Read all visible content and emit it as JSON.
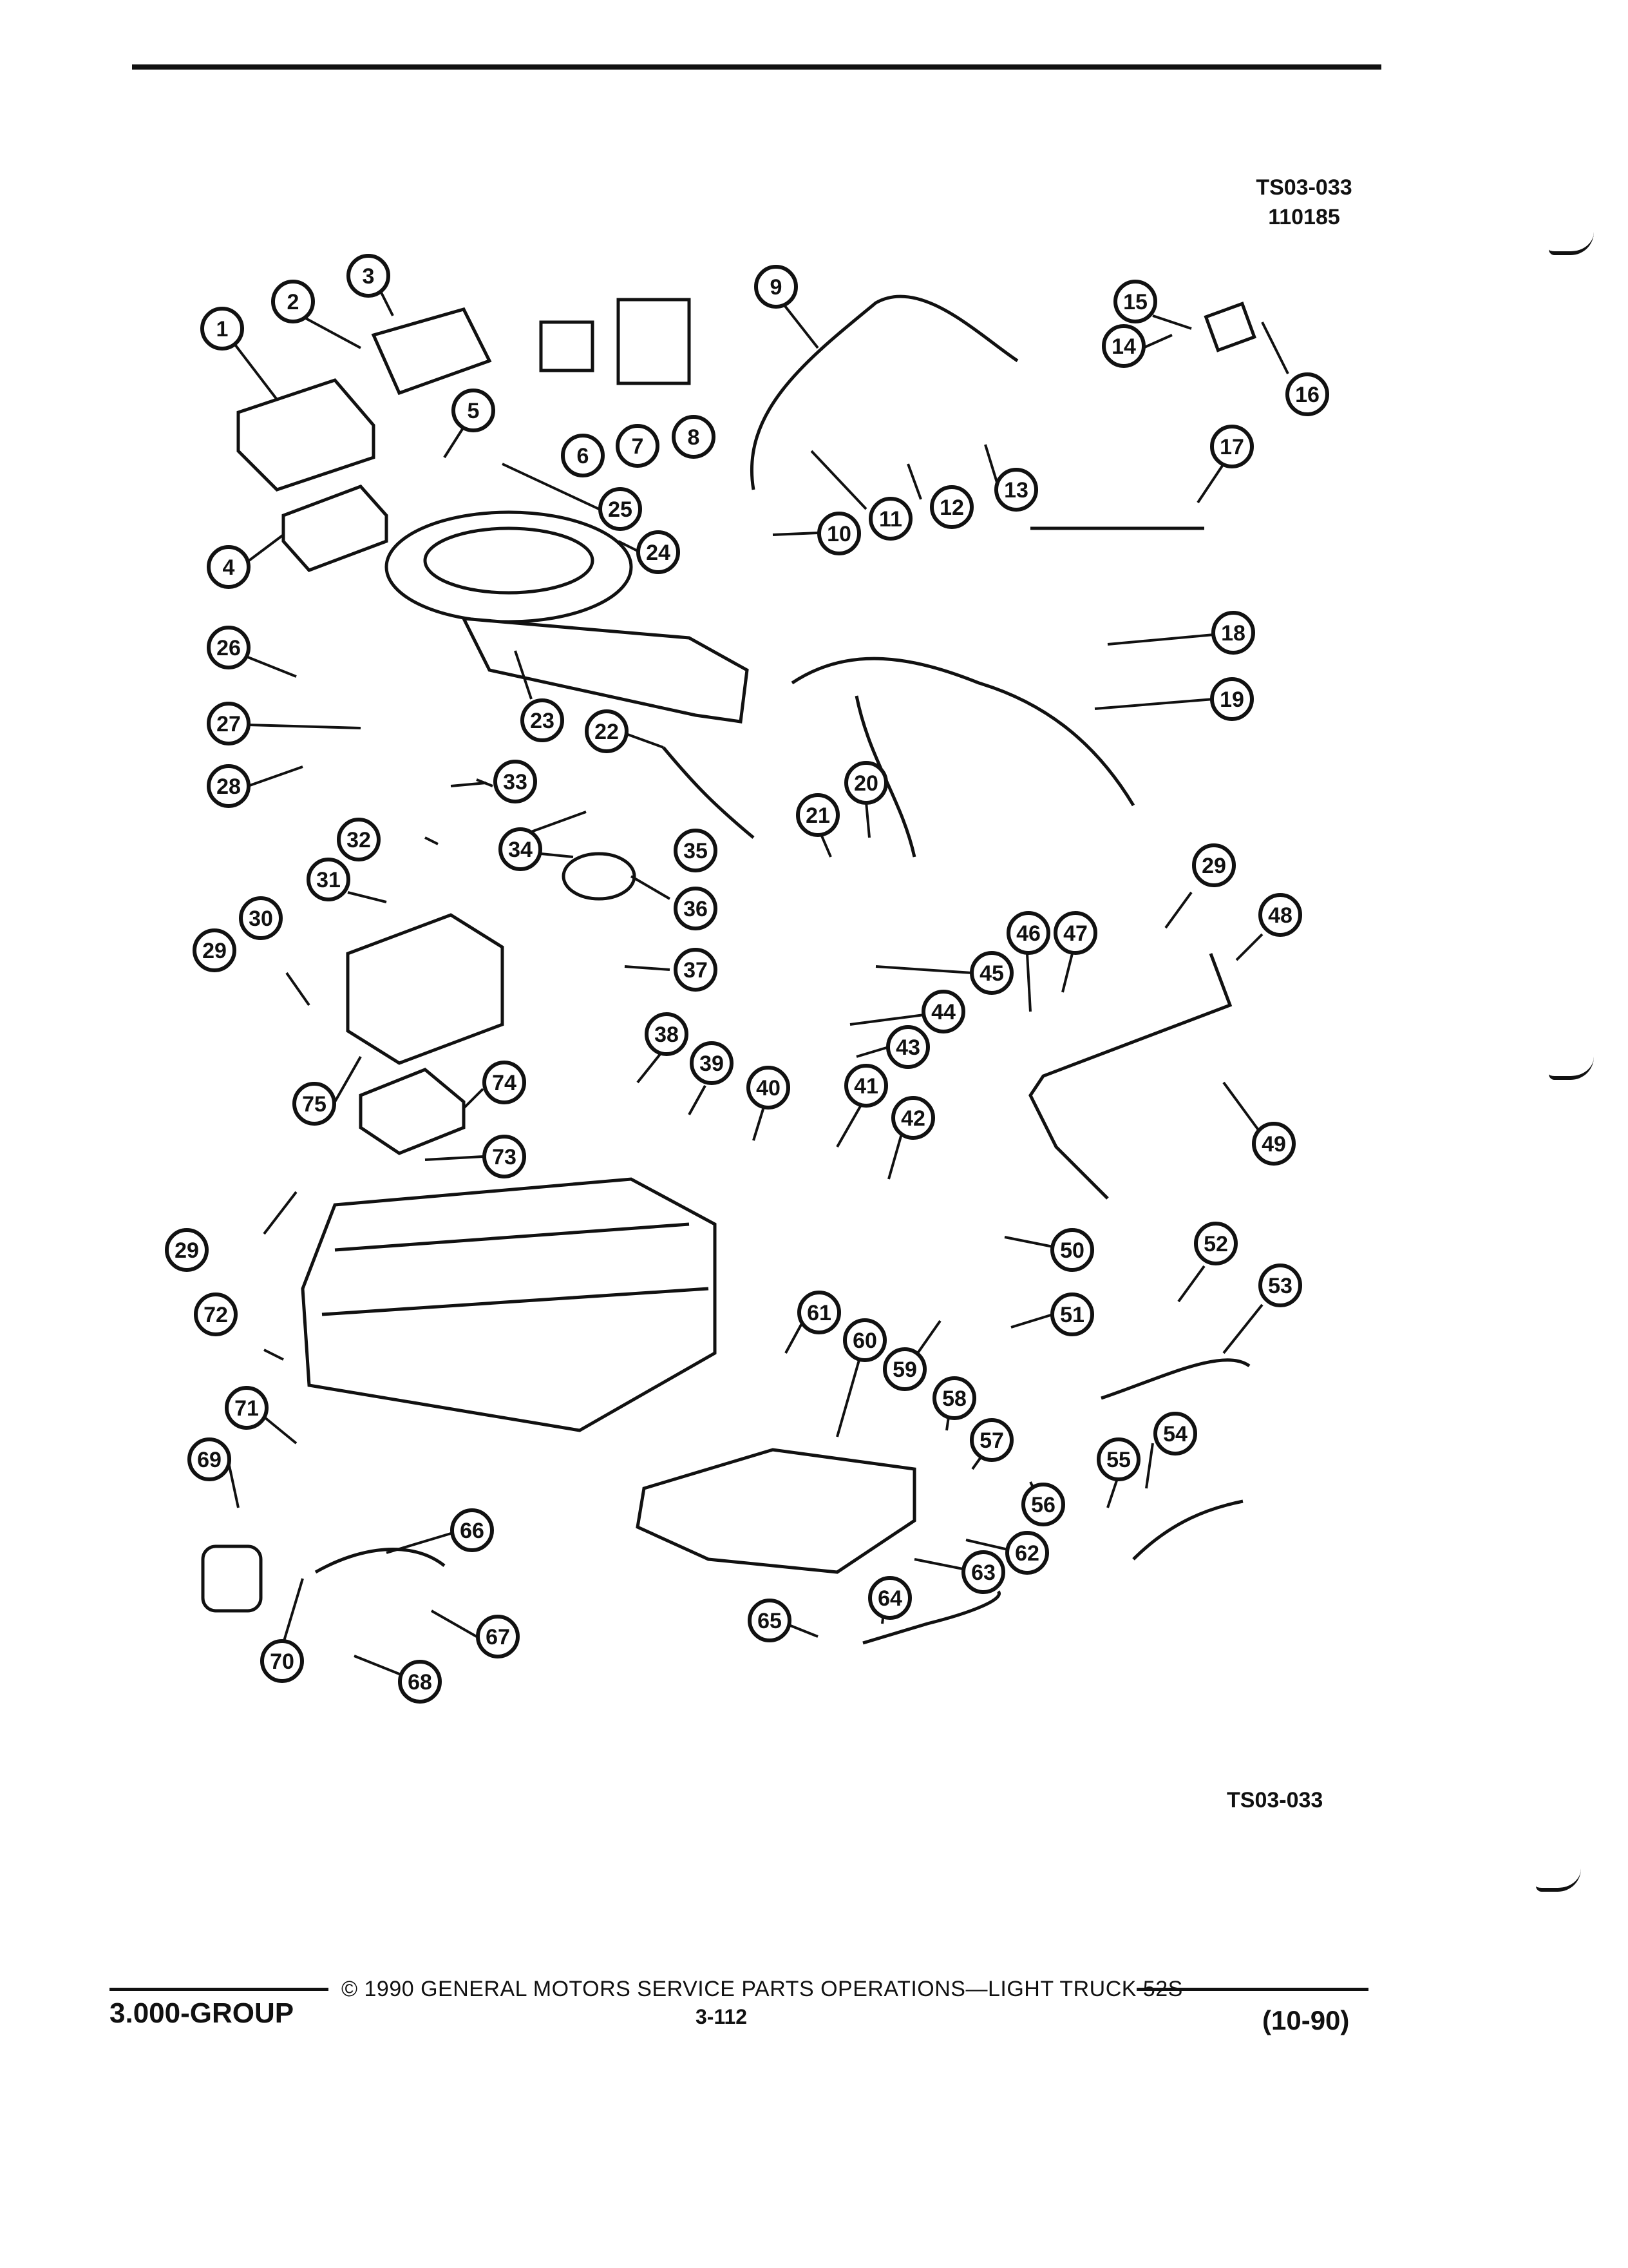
{
  "header": {
    "figure_code": "TS03-033",
    "figure_number": "110185"
  },
  "figure_code_bottom": "TS03-033",
  "callouts": [
    "1",
    "2",
    "3",
    "4",
    "5",
    "6",
    "7",
    "8",
    "9",
    "10",
    "11",
    "12",
    "13",
    "14",
    "15",
    "16",
    "17",
    "18",
    "19",
    "20",
    "21",
    "22",
    "23",
    "24",
    "25",
    "26",
    "27",
    "28",
    "29",
    "30",
    "31",
    "32",
    "33",
    "34",
    "35",
    "36",
    "37",
    "38",
    "39",
    "40",
    "41",
    "42",
    "43",
    "44",
    "45",
    "46",
    "47",
    "48",
    "49",
    "50",
    "51",
    "52",
    "53",
    "54",
    "55",
    "56",
    "57",
    "58",
    "59",
    "60",
    "61",
    "62",
    "63",
    "64",
    "65",
    "66",
    "67",
    "68",
    "69",
    "70",
    "71",
    "72",
    "73",
    "74",
    "75"
  ],
  "footer": {
    "group": "3.000-GROUP",
    "copyright": "© 1990  GENERAL MOTORS SERVICE PARTS OPERATIONS—LIGHT TRUCK 52S",
    "page": "3-112",
    "date": "(10-90)"
  }
}
